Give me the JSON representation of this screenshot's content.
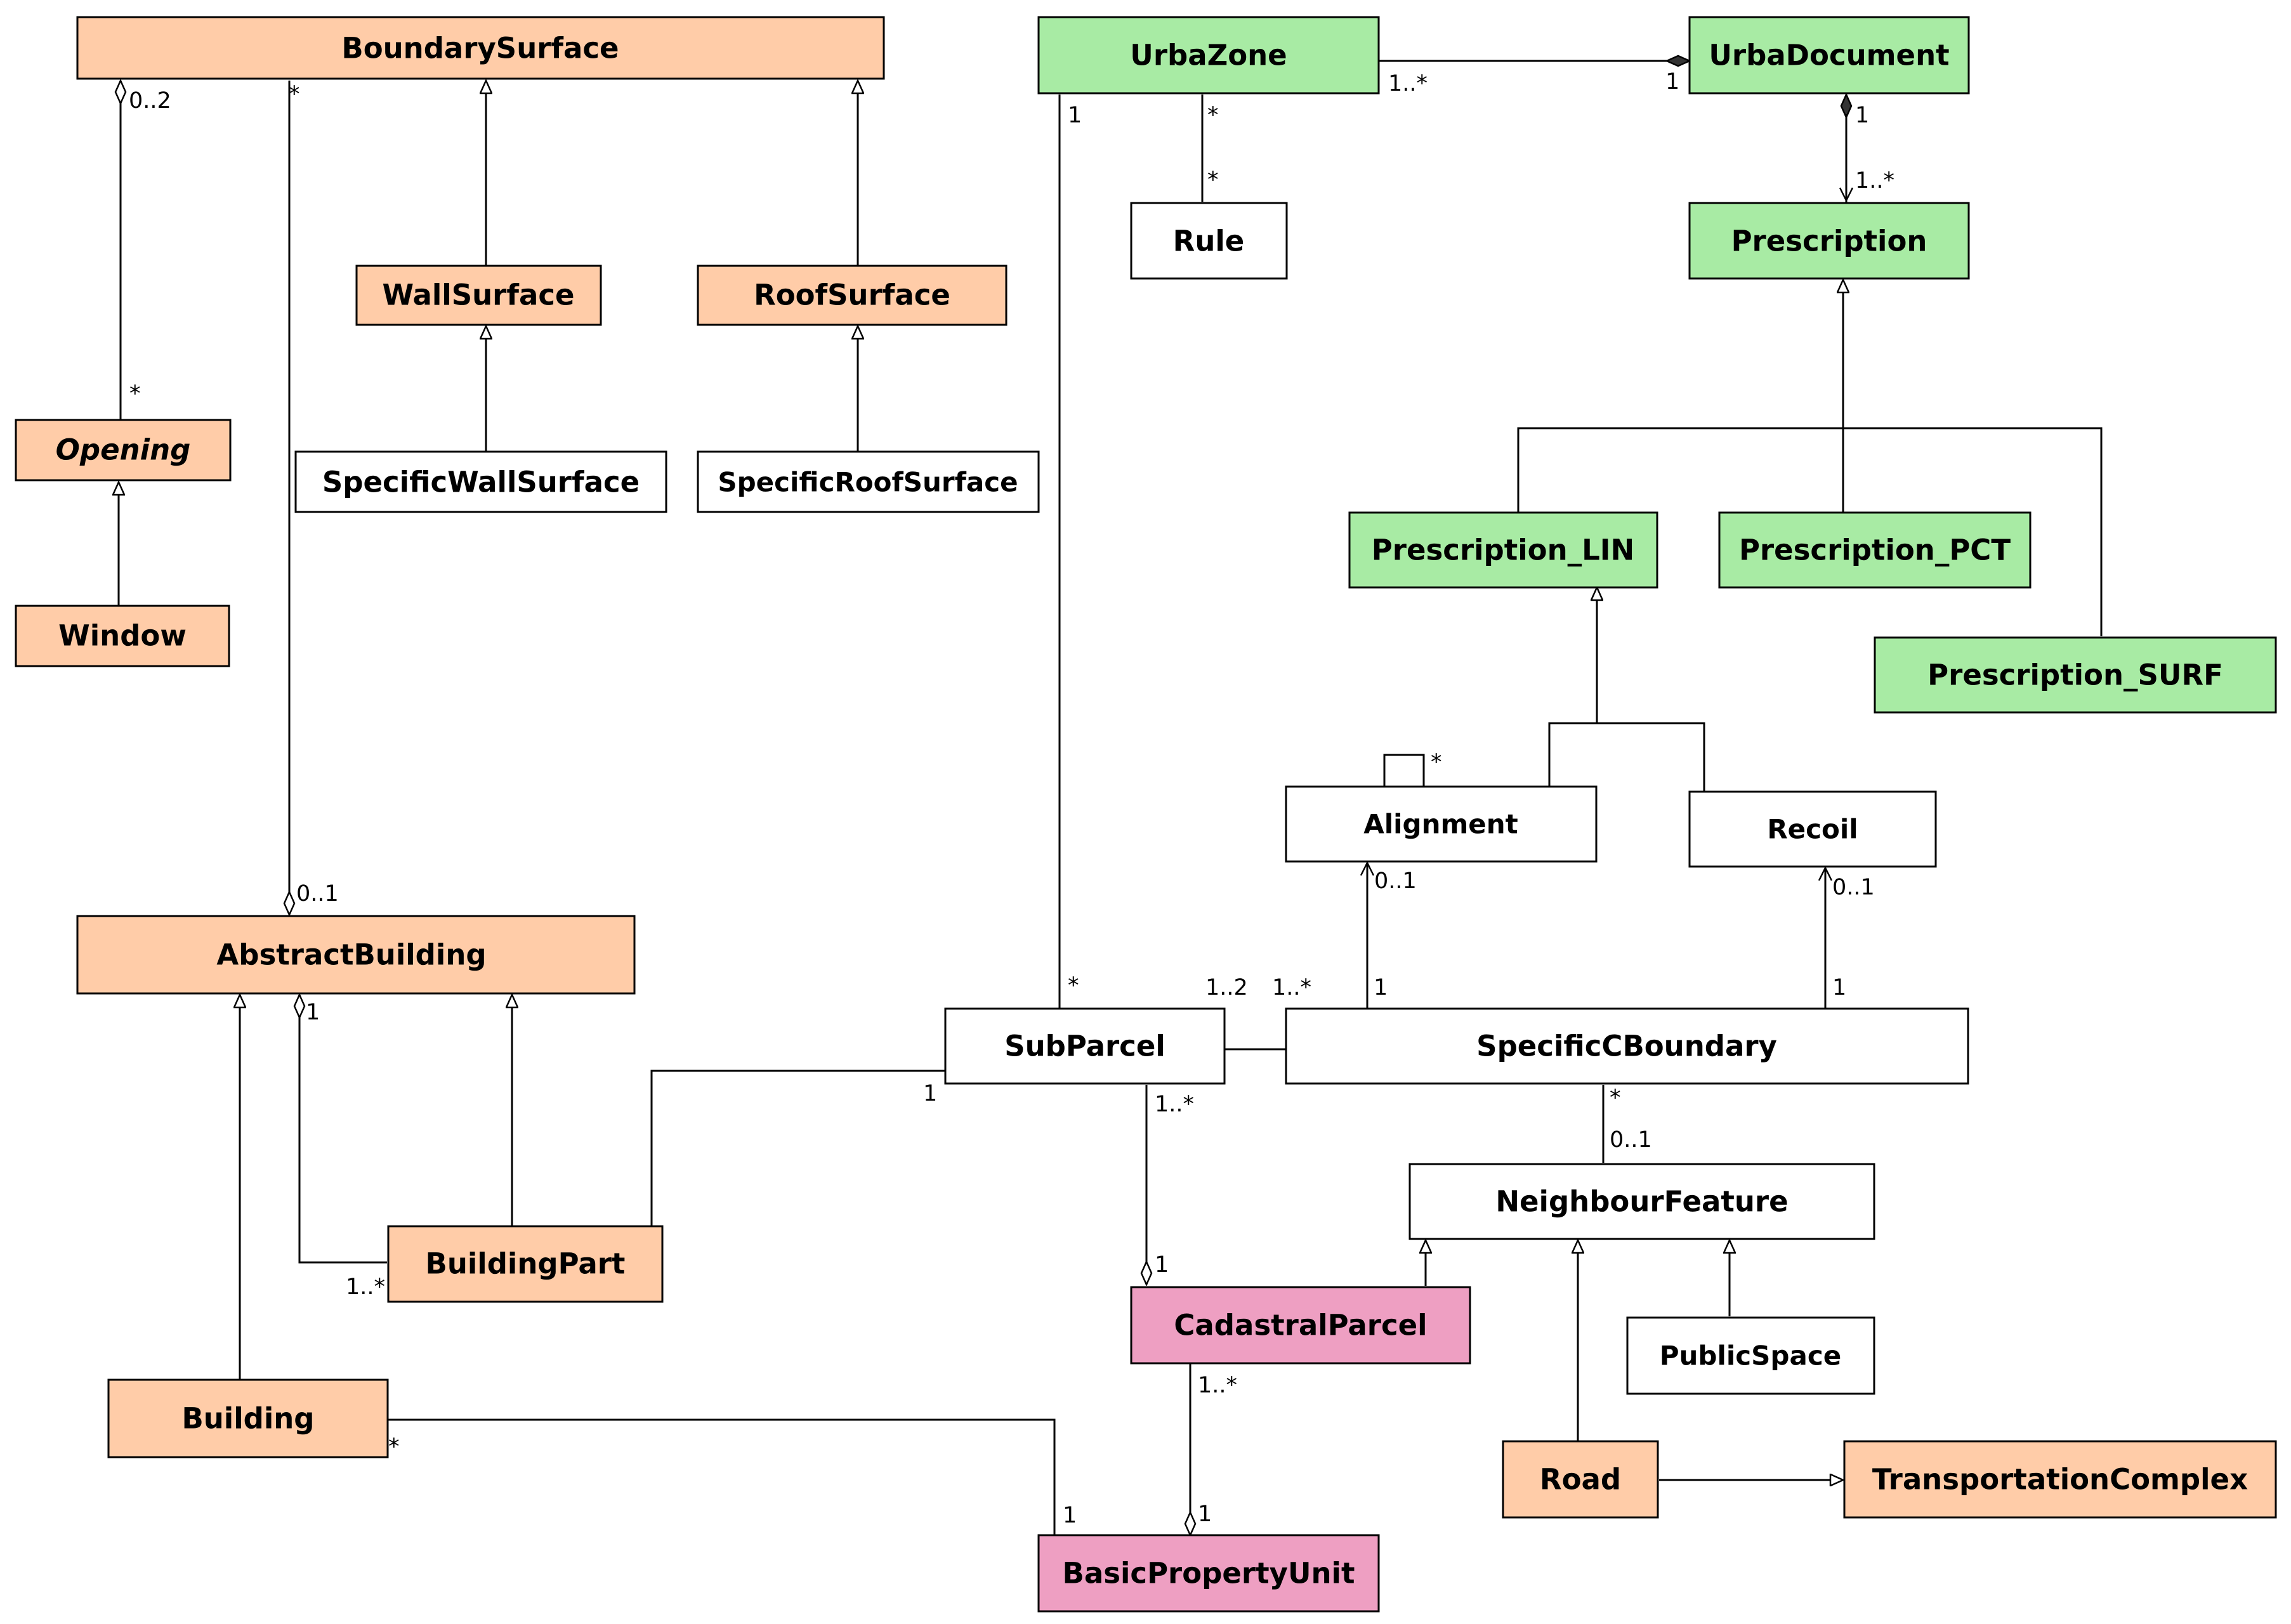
{
  "colors": {
    "orange": "#FFCCA8",
    "green": "#A8EBA4",
    "pink": "#EE9FC2",
    "white": "#FFFFFF",
    "line": "#000000"
  },
  "classes": {
    "boundary_surface": "BoundarySurface",
    "wall_surface": "WallSurface",
    "roof_surface": "RoofSurface",
    "opening": "Opening",
    "window": "Window",
    "specific_wall_surface": "SpecificWallSurface",
    "specific_roof_surface": "SpecificRoofSurface",
    "abstract_building": "AbstractBuilding",
    "building_part": "BuildingPart",
    "building": "Building",
    "urba_zone": "UrbaZone",
    "urba_document": "UrbaDocument",
    "rule": "Rule",
    "prescription": "Prescription",
    "prescription_lin": "Prescription_LIN",
    "prescription_pct": "Prescription_PCT",
    "prescription_surf": "Prescription_SURF",
    "alignment": "Alignment",
    "recoil": "Recoil",
    "sub_parcel": "SubParcel",
    "specific_c_boundary": "SpecificCBoundary",
    "neighbour_feature": "NeighbourFeature",
    "public_space": "PublicSpace",
    "road": "Road",
    "transportation_complex": "TransportationComplex",
    "cadastral_parcel": "CadastralParcel",
    "basic_property_unit": "BasicPropertyUnit"
  },
  "multiplicities": {
    "bs_opening_src": "0..2",
    "bs_opening_dst": "*",
    "bs_abstract_src": "*",
    "bs_abstract_dst": "0..1",
    "ab_part_src": "1",
    "ab_part_dst": "1..*",
    "building_bpu_src": "*",
    "building_bpu_dst": "1",
    "part_subparcel": "1",
    "urbazone_doc_src": "1..*",
    "urbazone_doc_dst": "1",
    "urbazone_rule_src": "*",
    "urbazone_rule_dst": "*",
    "doc_prescription_src": "1",
    "doc_prescription_dst": "1..*",
    "alignment_self": "*",
    "urbazone_subparcel_src": "1",
    "urbazone_subparcel_dst": "*",
    "subparcel_boundary_src": "1..2",
    "subparcel_boundary_dst": "1..*",
    "boundary_alignment_src": "1",
    "boundary_alignment_dst": "0..1",
    "boundary_recoil_src": "1",
    "boundary_recoil_dst": "0..1",
    "subparcel_cadastral_src": "1..*",
    "subparcel_cadastral_dst": "1",
    "boundary_neighbour_src": "*",
    "boundary_neighbour_dst": "0..1",
    "cadastral_bpu_src": "1..*",
    "cadastral_bpu_dst": "1"
  }
}
